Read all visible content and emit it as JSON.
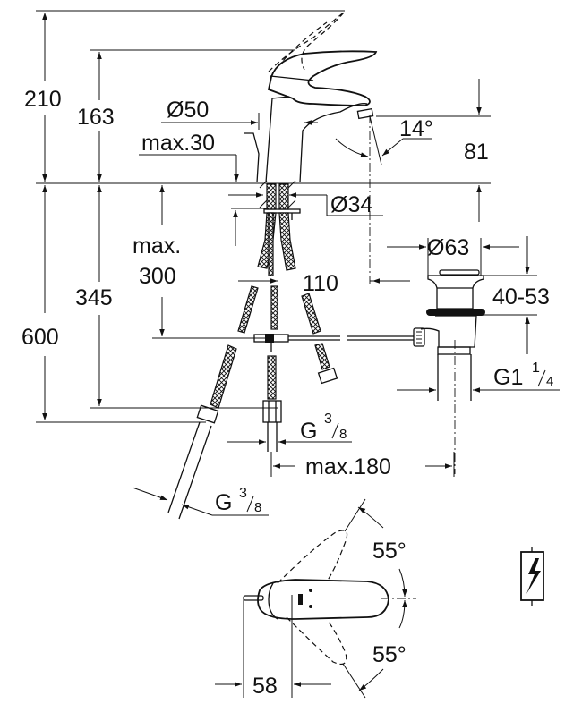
{
  "drawing": {
    "title": "Single-lever basin mixer technical drawing",
    "dimensions": {
      "total_height": "210",
      "spout_height": "163",
      "body_diameter": "Ø50",
      "deck_thickness": "max.30",
      "outlet_angle": "14°",
      "outlet_height": "81",
      "hole_diameter": "Ø34",
      "tail_length_label": "max.",
      "tail_length_value": "300",
      "hose_length_a": "345",
      "hose_length_b": "600",
      "outlet_reach": "110",
      "waste_diameter": "Ø63",
      "waste_range": "40-53",
      "waste_thread_prefix": "G1",
      "waste_thread_num": "1",
      "waste_thread_den": "4",
      "connection_thread_prefix": "G",
      "connection_thread_num": "3",
      "connection_thread_den": "8",
      "hose_thread_prefix": "G",
      "hose_thread_num": "3",
      "hose_thread_den": "8",
      "waste_offset": "max.180",
      "lever_rotation_left": "55°",
      "lever_rotation_right": "55°",
      "lever_offset": "58"
    },
    "symbols": {
      "electric_symbol": "lightning-bolt-icon"
    }
  }
}
